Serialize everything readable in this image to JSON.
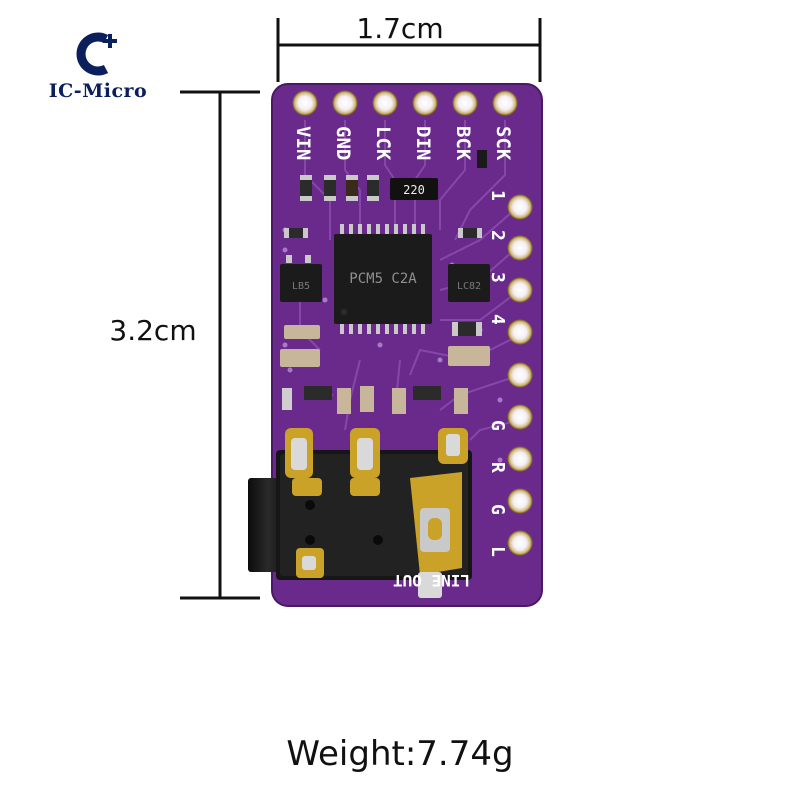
{
  "brand": {
    "name": "IC-Micro",
    "icon": "c-plus-logo-icon",
    "color": "#0b1f5c"
  },
  "dimensions": {
    "width": "1.7cm",
    "height": "3.2cm"
  },
  "weight": "Weight:7.74g",
  "board": {
    "color": "#6a2a8c",
    "top_pins": [
      "VIN",
      "GND",
      "LCK",
      "DIN",
      "BCK",
      "SCK"
    ],
    "right_pins": [
      "1",
      "2",
      "3",
      "4",
      "G",
      "R",
      "G",
      "L"
    ],
    "chip_label": "PCM5 C2A",
    "resistor_label": "220",
    "left_reg_label": "LB5",
    "right_reg_label": "LC82",
    "bottom_label": "LINE OUT",
    "pad_color": "#c9a227"
  }
}
